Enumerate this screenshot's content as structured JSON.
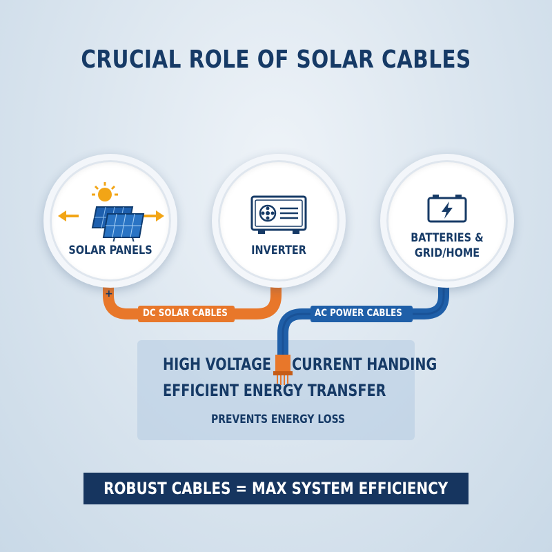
{
  "title": "CRUCIAL ROLE OF SOLAR CABLES",
  "nodes": [
    {
      "label": "SOLAR PANELS",
      "icon": "solar-panel-icon"
    },
    {
      "label": "INVERTER",
      "icon": "inverter-icon"
    },
    {
      "label_line1": "BATTERIES &",
      "label_line2": "GRID/HOME",
      "icon": "battery-icon"
    }
  ],
  "cables": {
    "dc": {
      "label": "DC SOLAR CABLES",
      "polarity": "+",
      "color": "#e8772a"
    },
    "ac": {
      "label": "AC POWER CABLES",
      "color": "#1f5fa8"
    }
  },
  "info": {
    "line1": "HIGH VOLTAGE & CURRENT HANDING",
    "line2": "EFFICIENT ENERGY TRANSFER",
    "line3": "PREVENTS ENERGY LOSS"
  },
  "banner": "ROBUST CABLES = MAX SYSTEM EFFICIENCY",
  "colors": {
    "navy": "#163a66",
    "orange": "#e8772a",
    "blue": "#1f5fa8",
    "sun": "#f2a516"
  }
}
